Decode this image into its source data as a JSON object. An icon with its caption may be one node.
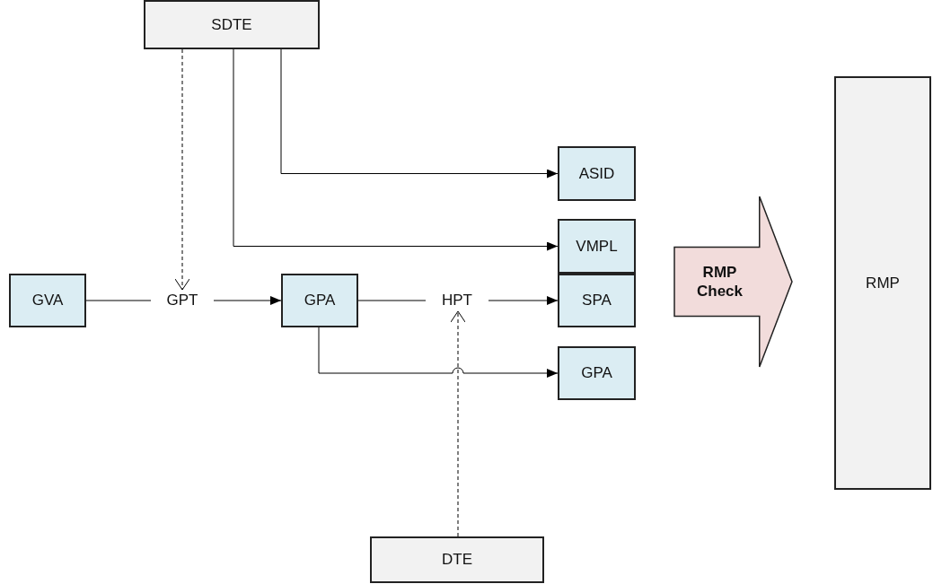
{
  "diagram": {
    "nodes": [
      {
        "text": [
          "SDTE"
        ]
      },
      {
        "text": [
          "ASID"
        ]
      },
      {
        "text": [
          "VMPL"
        ]
      },
      {
        "text": [
          "GVA"
        ]
      },
      {
        "text": [
          "GPT"
        ]
      },
      {
        "text": [
          "GPA"
        ]
      },
      {
        "text": [
          "HPT"
        ]
      },
      {
        "text": [
          "SPA"
        ]
      },
      {
        "text": [
          "GPA"
        ]
      },
      {
        "text": [
          "RMP Check"
        ]
      },
      {
        "text": [
          "RMP"
        ]
      },
      {
        "text": [
          "DTE"
        ]
      }
    ],
    "edges": [
      {
        "from": 0,
        "to": 4,
        "arrow": "to",
        "style": "dashed"
      },
      {
        "from": 0,
        "to": 1,
        "arrow": "to"
      },
      {
        "from": 0,
        "to": 2,
        "arrow": "to"
      },
      {
        "from": 3,
        "to": 4,
        "arrow": "none"
      },
      {
        "from": 4,
        "to": 5,
        "arrow": "to"
      },
      {
        "from": 5,
        "to": 6,
        "arrow": "none"
      },
      {
        "from": 6,
        "to": 7,
        "arrow": "to"
      },
      {
        "from": 5,
        "to": 8,
        "arrow": "to"
      },
      {
        "from": 11,
        "to": 6,
        "arrow": "to",
        "style": "dashed"
      }
    ]
  }
}
